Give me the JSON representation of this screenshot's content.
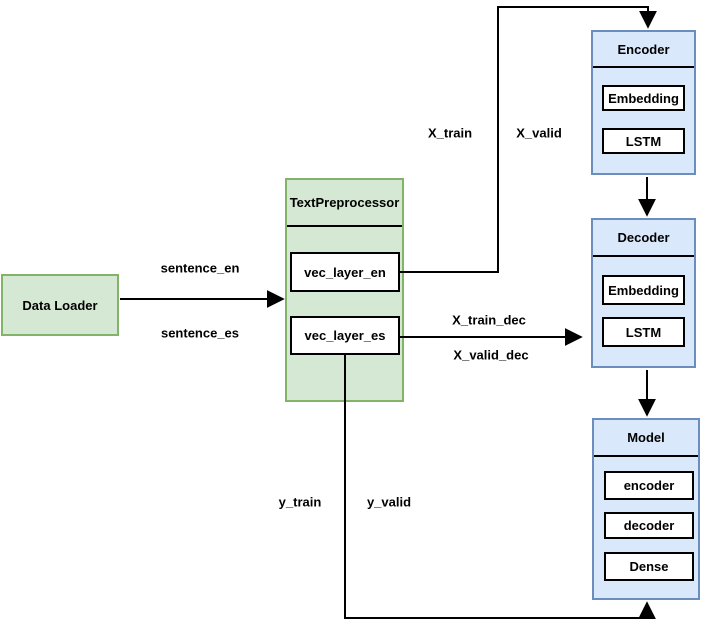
{
  "colors": {
    "green_fill": "#d5e8d4",
    "green_border": "#82b366",
    "blue_fill": "#dae8fc",
    "blue_border": "#6c8ebf",
    "sub_box_fill": "#ffffff",
    "line": "#000000"
  },
  "nodes": {
    "data_loader": {
      "title": "Data Loader"
    },
    "text_preprocessor": {
      "title": "TextPreprocessor",
      "items": [
        "vec_layer_en",
        "vec_layer_es"
      ]
    },
    "encoder": {
      "title": "Encoder",
      "items": [
        "Embedding",
        "LSTM"
      ]
    },
    "decoder": {
      "title": "Decoder",
      "items": [
        "Embedding",
        "LSTM"
      ]
    },
    "model": {
      "title": "Model",
      "items": [
        "encoder",
        "decoder",
        "Dense"
      ]
    }
  },
  "edge_labels": {
    "sentence_en": "sentence_en",
    "sentence_es": "sentence_es",
    "x_train": "X_train",
    "x_valid": "X_valid",
    "x_train_dec": "X_train_dec",
    "x_valid_dec": "X_valid_dec",
    "y_train": "y_train",
    "y_valid": "y_valid"
  }
}
